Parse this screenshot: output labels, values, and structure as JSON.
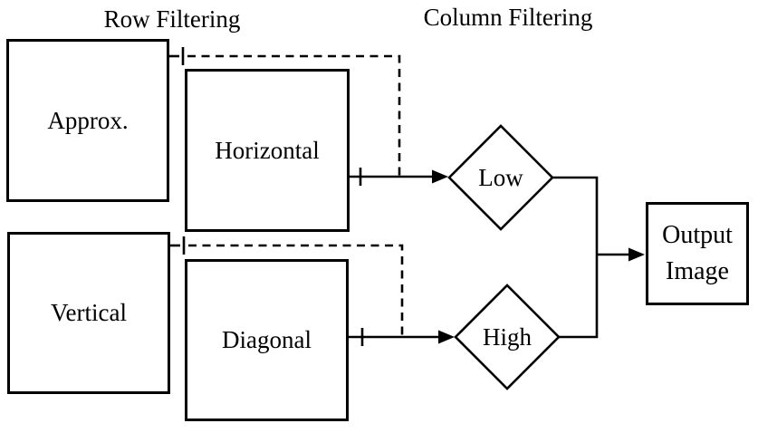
{
  "diagram": {
    "titles": {
      "row_filtering": "Row Filtering",
      "column_filtering": "Column Filtering"
    },
    "nodes": {
      "approx": {
        "label": "Approx.",
        "shape": "rectangle"
      },
      "horizontal": {
        "label": "Horizontal",
        "shape": "rectangle"
      },
      "vertical": {
        "label": "Vertical",
        "shape": "rectangle"
      },
      "diagonal": {
        "label": "Diagonal",
        "shape": "rectangle"
      },
      "low": {
        "label": "Low",
        "shape": "diamond"
      },
      "high": {
        "label": "High",
        "shape": "diamond"
      },
      "output": {
        "label_line1": "Output",
        "label_line2": "Image",
        "shape": "rectangle"
      }
    },
    "edges": [
      {
        "from": "approx",
        "to": "low",
        "style": "dashed",
        "downsample_tick": true
      },
      {
        "from": "horizontal",
        "to": "low",
        "style": "solid",
        "downsample_tick": true
      },
      {
        "from": "vertical",
        "to": "high",
        "style": "dashed",
        "downsample_tick": true
      },
      {
        "from": "diagonal",
        "to": "high",
        "style": "solid",
        "downsample_tick": true
      },
      {
        "from": "low",
        "to": "output",
        "style": "solid",
        "downsample_tick": false
      },
      {
        "from": "high",
        "to": "output",
        "style": "solid",
        "downsample_tick": false
      }
    ],
    "colors": {
      "stroke": "#000000",
      "background": "#ffffff"
    }
  }
}
